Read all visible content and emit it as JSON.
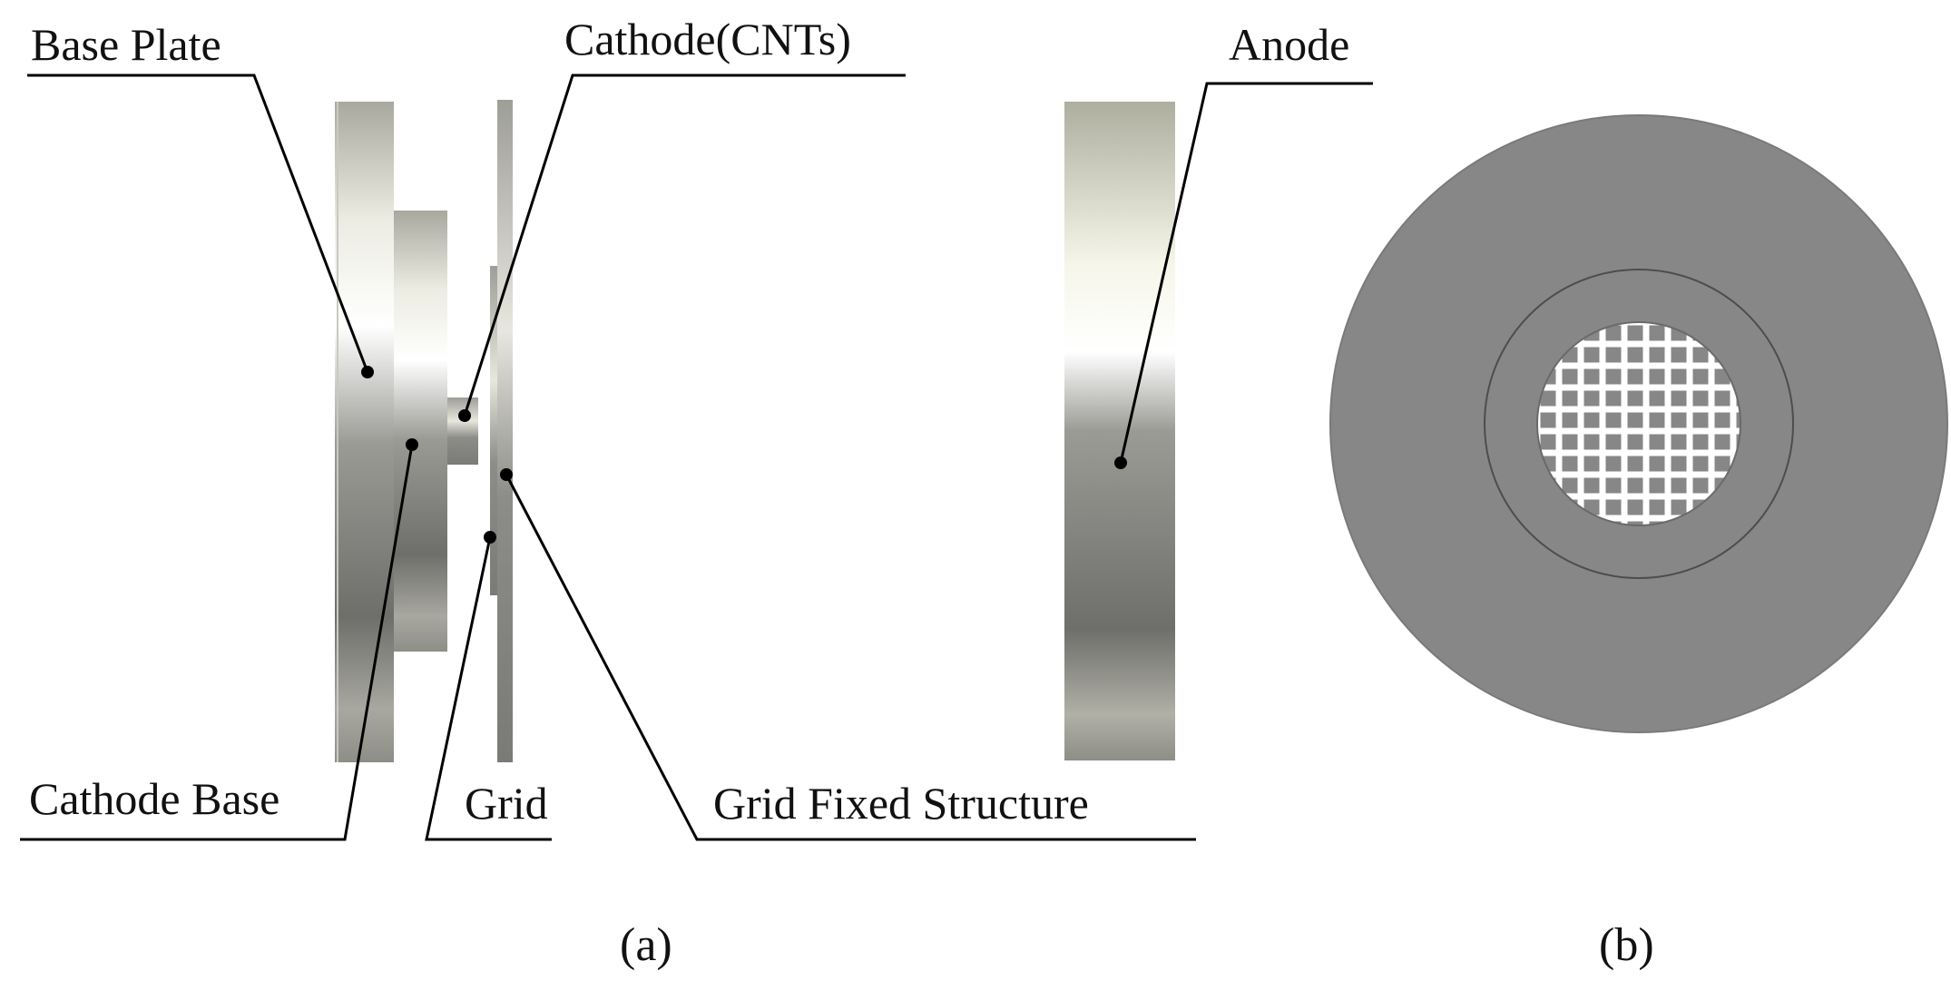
{
  "labels": {
    "base_plate": "Base Plate",
    "cathode_cnts": "Cathode(CNTs)",
    "anode": "Anode",
    "cathode_base": "Cathode Base",
    "grid": "Grid",
    "grid_fixed_structure": "Grid Fixed Structure"
  },
  "subfigures": {
    "a": "(a)",
    "b": "(b)"
  },
  "colors": {
    "metal_highlight": "#f2f2ea",
    "metal_mid": "#b9b9b2",
    "metal_dark": "#6f6f6c",
    "disk_gray": "#878787",
    "grid_line": "#ffffff",
    "leader_line": "#000000"
  }
}
